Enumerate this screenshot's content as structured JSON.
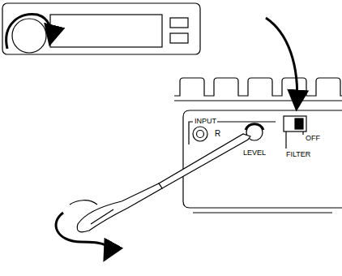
{
  "diagram": {
    "labels": [
      "INPUT",
      "R",
      "LEVEL",
      "OFF",
      "FILTER"
    ]
  }
}
